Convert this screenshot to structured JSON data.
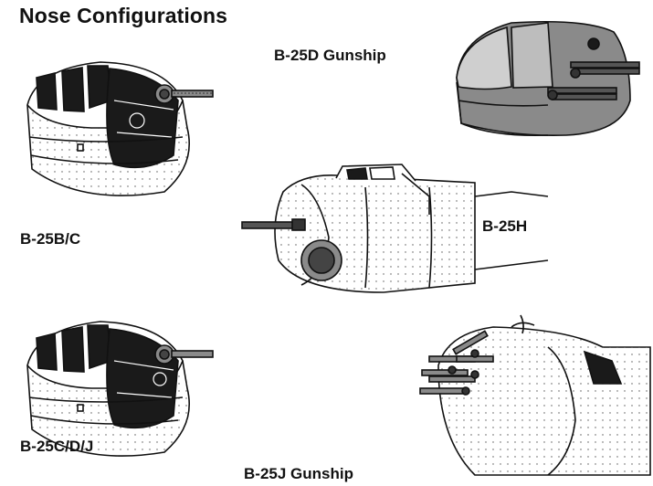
{
  "title": "Nose Configurations",
  "labels": {
    "b25d_gunship": "B-25D Gunship",
    "b25bc": "B-25B/C",
    "b25h": "B-25H",
    "b25cdj": "B-25C/D/J",
    "b25j_gunship": "B-25J Gunship"
  },
  "colors": {
    "ink": "#111111",
    "glass_dark": "#1a1a1a",
    "metal_grey": "#8a8a8a",
    "paper": "#ffffff"
  }
}
